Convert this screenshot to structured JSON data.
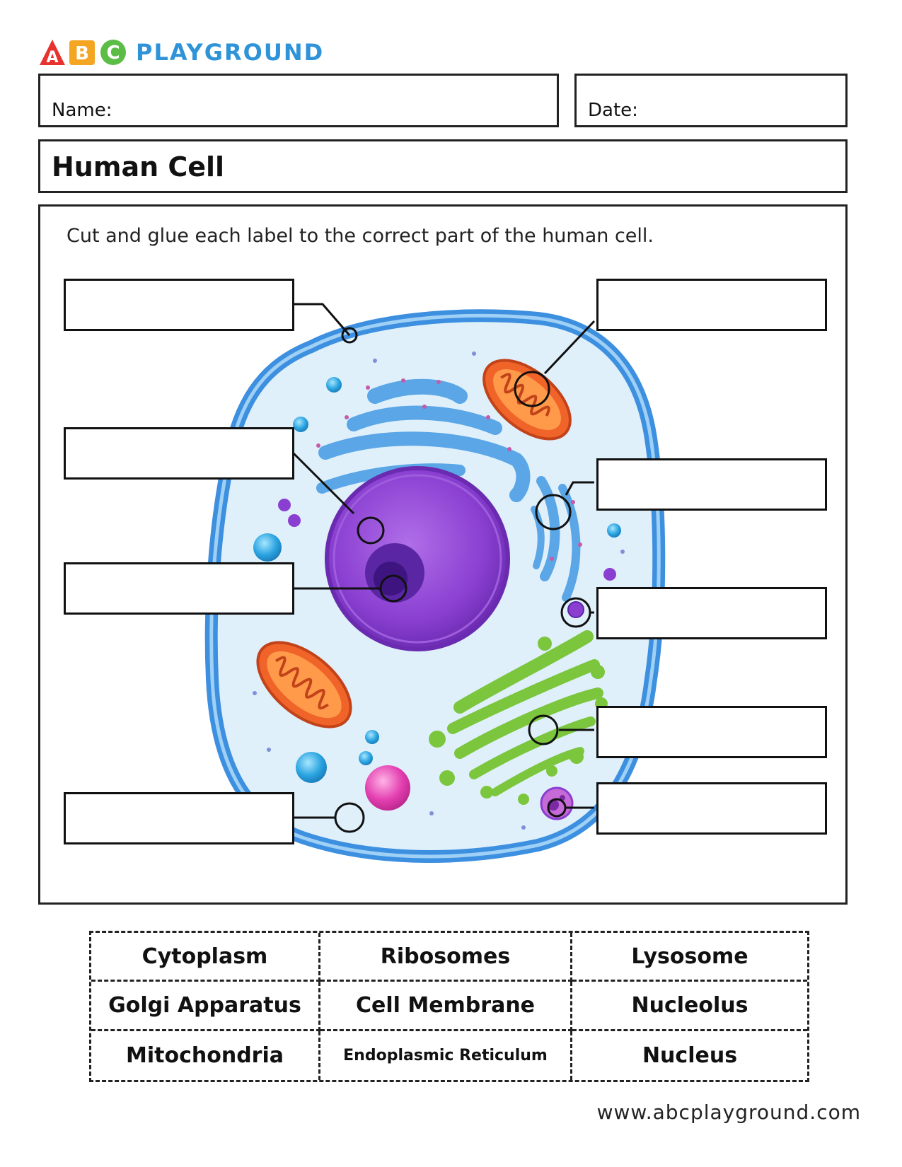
{
  "logo": {
    "letters": [
      "A",
      "B",
      "C"
    ],
    "letter_colors": [
      "#e8322e",
      "#f4a521",
      "#5bbd45"
    ],
    "wordmark": "PLAYGROUND",
    "wordmark_color": "#2f93d8"
  },
  "header": {
    "name_label": "Name:",
    "date_label": "Date:"
  },
  "title": "Human Cell",
  "instruction": "Cut and glue each label to the correct part of the human cell.",
  "diagram": {
    "label_box_count": 9,
    "colors": {
      "membrane": "#3d8fe0",
      "cytoplasm": "#dff0fb",
      "nucleus": "#8a3fd1",
      "nucleolus": "#4b1d8f",
      "mitochondria": "#f0642a",
      "er": "#5aa6e6",
      "golgi": "#7bc63d",
      "lysosome": "#e33fb0"
    }
  },
  "word_bank": [
    [
      "Cytoplasm",
      "Ribosomes",
      "Lysosome"
    ],
    [
      "Golgi Apparatus",
      "Cell Membrane",
      "Nucleolus"
    ],
    [
      "Mitochondria",
      "Endoplasmic Reticulum",
      "Nucleus"
    ]
  ],
  "footer": "www.abcplayground.com"
}
